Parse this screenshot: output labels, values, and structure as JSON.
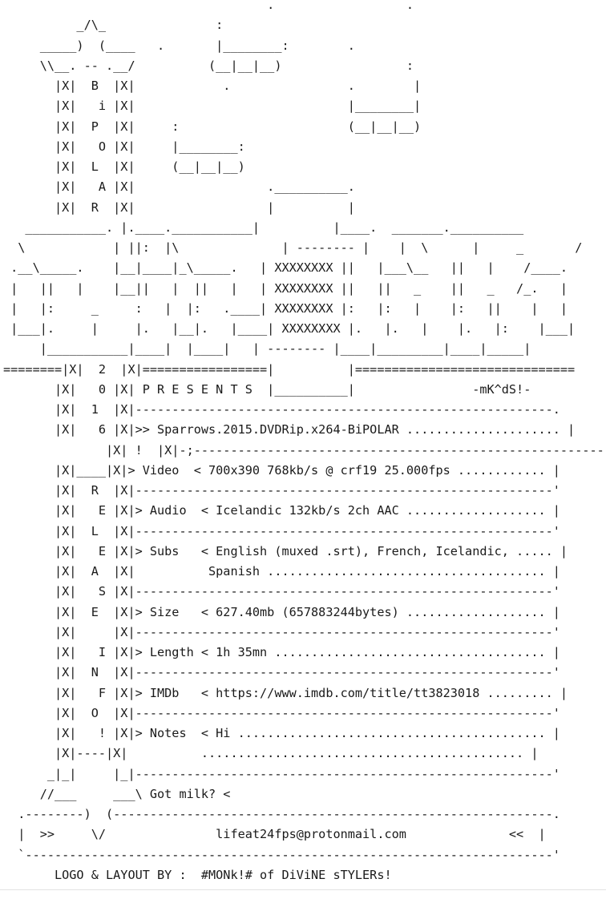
{
  "nfo": {
    "lines": [
      "                                    .                  .",
      "          _/\\_               :",
      "     _____)  (____   .       |________:        .",
      "     \\\\__. -- .__/          (__|__|__)                 :",
      "       |X|  B  |X|            .                .        |",
      "       |X|   i |X|                             |________|",
      "       |X|  P  |X|     :                       (__|__|__)",
      "       |X|   O |X|     |________:",
      "       |X|  L  |X|     (__|__|__)",
      "       |X|   A |X|                  .__________.",
      "       |X|  R  |X|                  |          |",
      "   ___________. |.____.___________|          |____.  _______.__________",
      "  \\            | ||:  |\\              | -------- |    |  \\      |     _       /",
      " .__\\_____.    |__|____|_\\_____.   | XXXXXXXX ||   |___\\__   ||   |    /____.",
      " |   ||   |    |__||   |  ||   |   | XXXXXXXX ||   ||   _    ||   _   /_.   |",
      " |   |:     _     :   |  |:   .____| XXXXXXXX |:   |:   |    |:   ||    |   |",
      " |___|.     |     |.   |__|.   |____| XXXXXXXX |.   |.   |    |.   |:    |___|",
      "     |___________|____|  |____|   | -------- |____|_________|____|_____|",
      "========|X|  2  |X|=================|          |==============================",
      "       |X|   0 |X| P R E S E N T S  |__________|                -mK^dS!-",
      "       |X|  1  |X|---------------------------------------------------------.",
      "       |X|   6 |X|>> Sparrows.2015.DVDRip.x264-BiPOLAR ..................... |",
      "              |X| !  |X|-;-------------------------------------------------------------",
      "       |X|____|X|> Video  < 700x390 768kb/s @ crf19 25.000fps ............ |",
      "       |X|  R  |X|---------------------------------------------------------'",
      "       |X|   E |X|> Audio  < Icelandic 132kb/s 2ch AAC ................... |",
      "       |X|  L  |X|---------------------------------------------------------'",
      "       |X|   E |X|> Subs   < English (muxed .srt), French, Icelandic, ..... |",
      "       |X|  A  |X|          Spanish ...................................... |",
      "       |X|   S |X|---------------------------------------------------------'",
      "       |X|  E  |X|> Size   < 627.40mb (657883244bytes) ................... |",
      "       |X|     |X|---------------------------------------------------------'",
      "       |X|   I |X|> Length < 1h 35mn ..................................... |",
      "       |X|  N  |X|---------------------------------------------------------'",
      "       |X|   F |X|> IMDb   < https://www.imdb.com/title/tt3823018 ......... |",
      "       |X|  O  |X|---------------------------------------------------------'",
      "       |X|   ! |X|> Notes  < Hi .......................................... |",
      "       |X|----|X|          ............................................ |",
      "      _|_|     |_|---------------------------------------------------------'",
      "     //___     ___\\ Got milk? <",
      "  .--------)  (------------------------------------------------------------.",
      "  |  >>     \\/               lifeat24fps@protonmail.com              <<  |",
      "  `------------------------------------------------------------------------'",
      "       LOGO & LAYOUT BY :  #MONk!# of DiViNE sTYLERs!"
    ]
  }
}
